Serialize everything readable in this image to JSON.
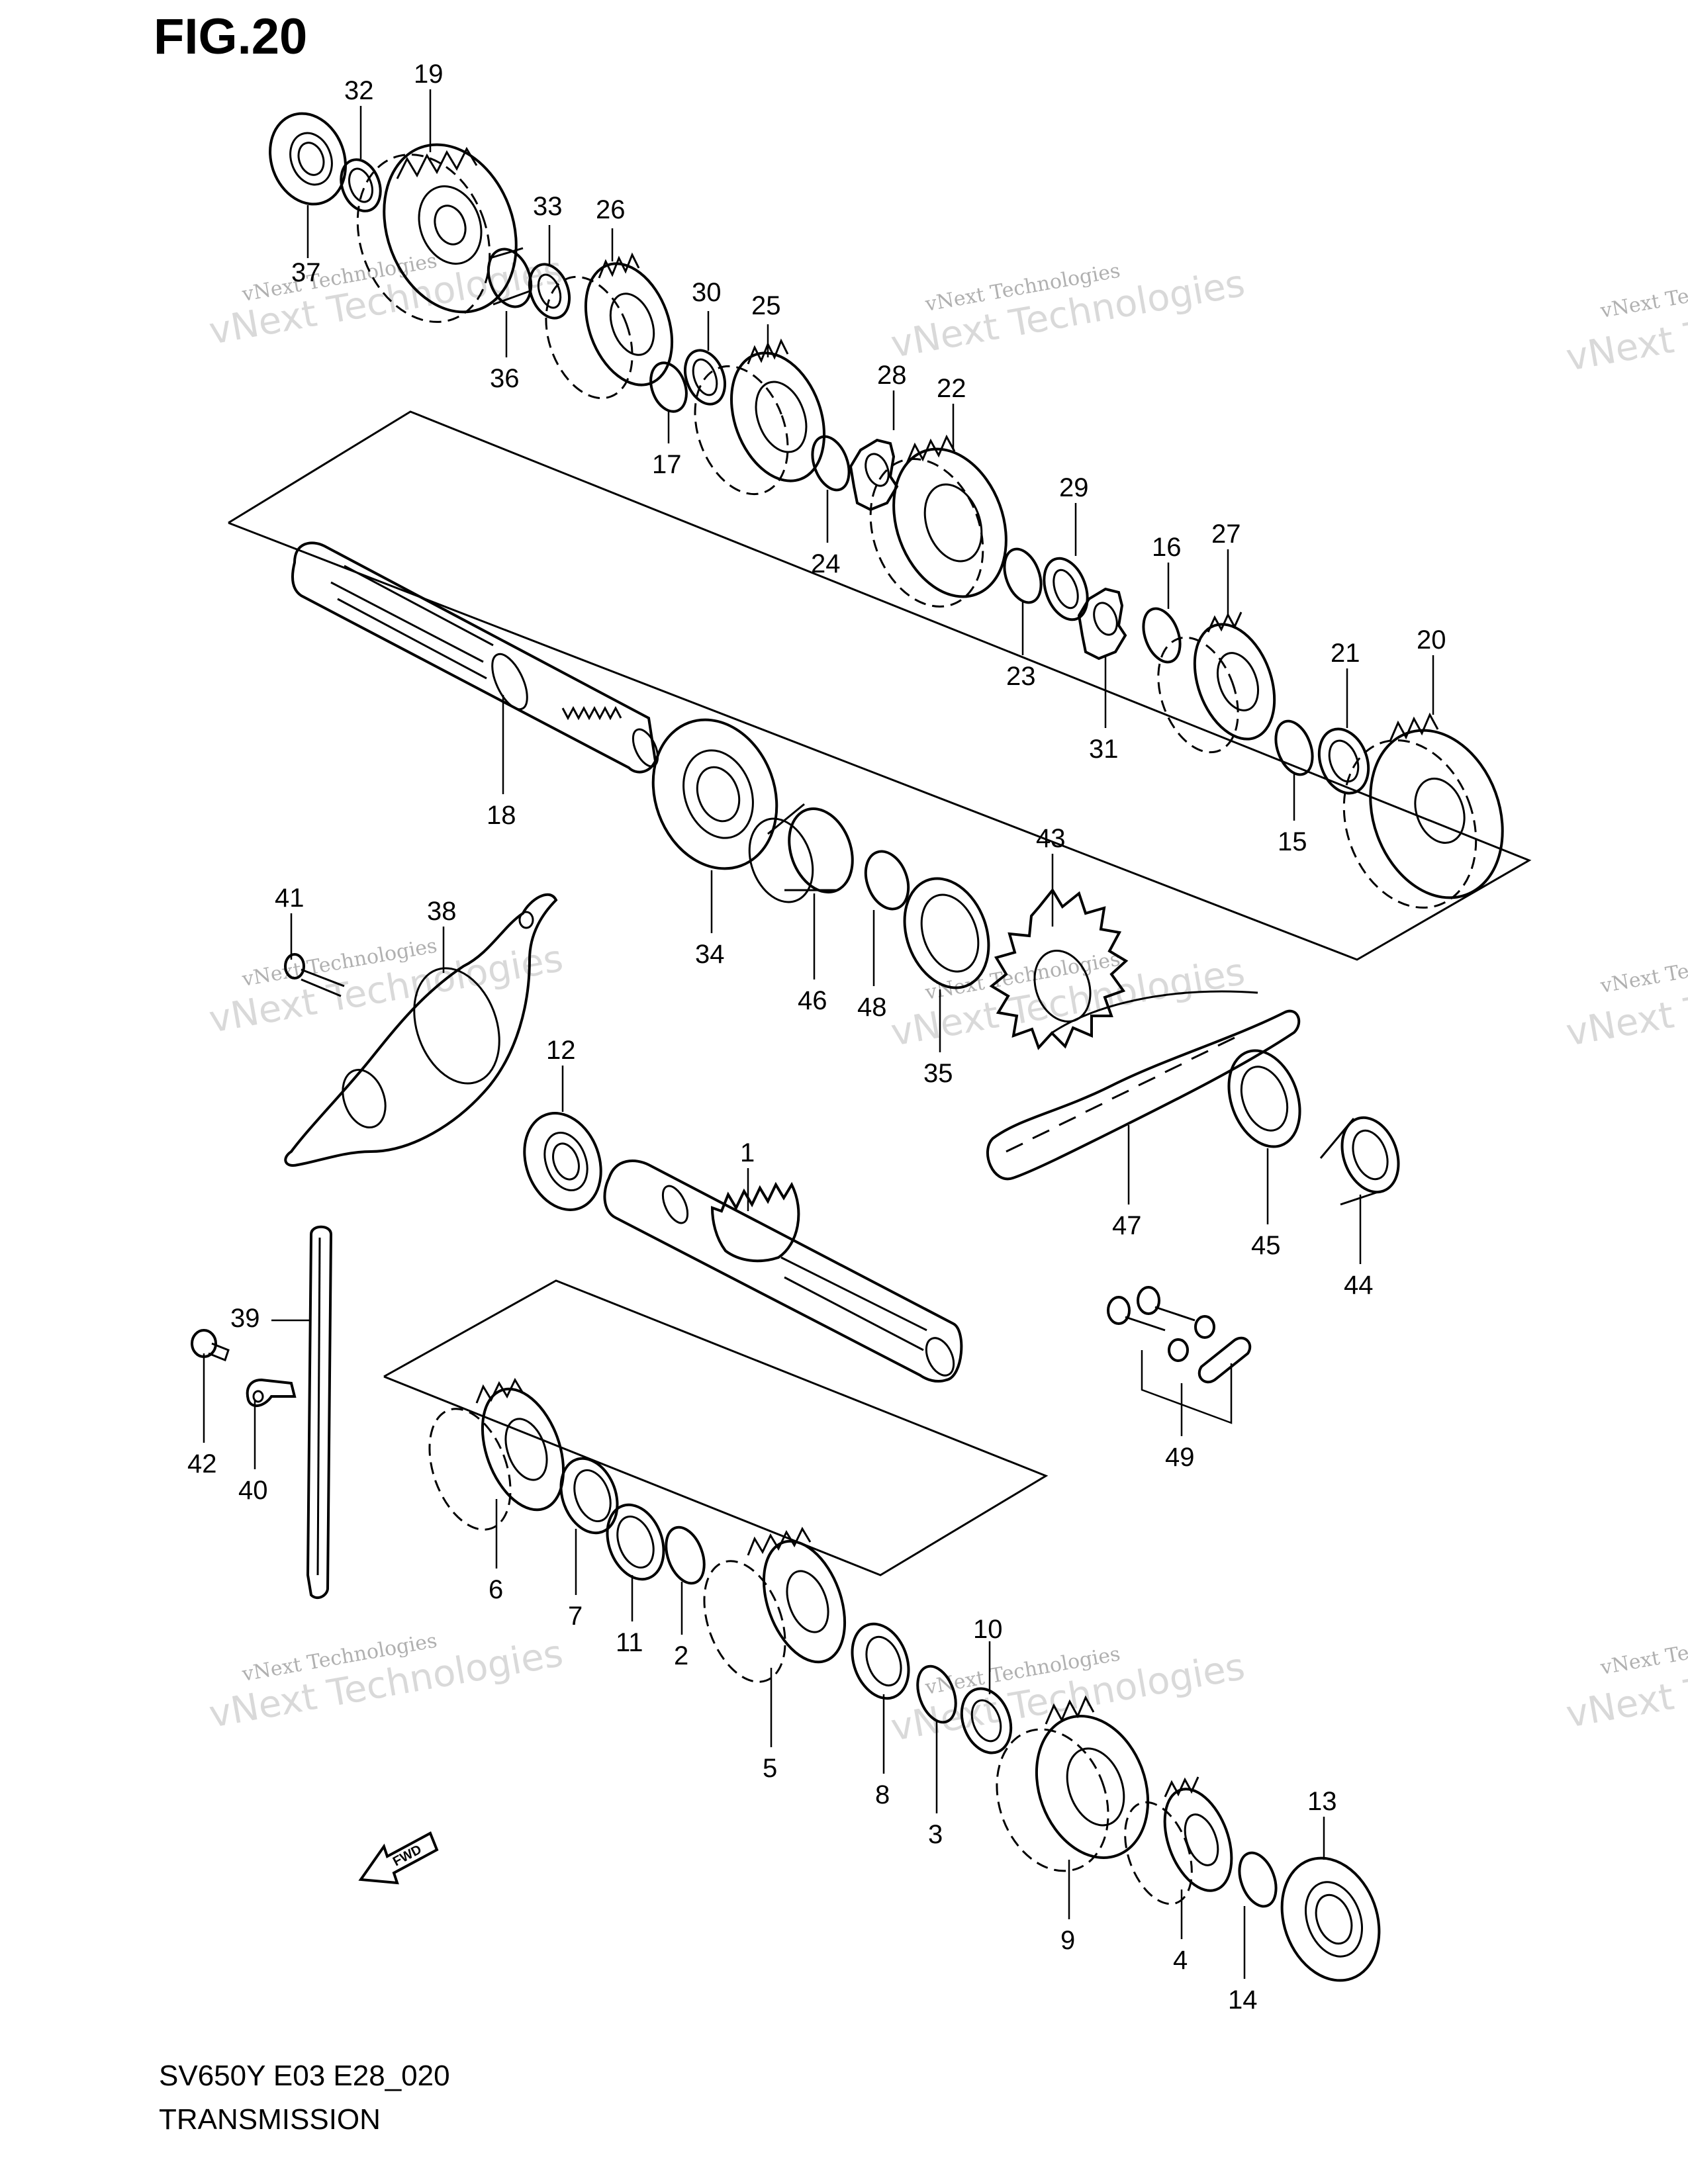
{
  "figure": {
    "title": "FIG.20",
    "model_code": "SV650Y E03 E28_020",
    "section_title": "TRANSMISSION",
    "direction_label": "FWD"
  },
  "watermark": {
    "line1": "vNext Technologies",
    "line2": "vNext Technologies"
  },
  "callouts": [
    {
      "id": "19",
      "label": "19"
    },
    {
      "id": "32",
      "label": "32"
    },
    {
      "id": "37",
      "label": "37"
    },
    {
      "id": "33",
      "label": "33"
    },
    {
      "id": "26",
      "label": "26"
    },
    {
      "id": "36",
      "label": "36"
    },
    {
      "id": "30",
      "label": "30"
    },
    {
      "id": "25",
      "label": "25"
    },
    {
      "id": "17",
      "label": "17"
    },
    {
      "id": "28",
      "label": "28"
    },
    {
      "id": "22",
      "label": "22"
    },
    {
      "id": "24",
      "label": "24"
    },
    {
      "id": "29",
      "label": "29"
    },
    {
      "id": "23",
      "label": "23"
    },
    {
      "id": "16",
      "label": "16"
    },
    {
      "id": "27",
      "label": "27"
    },
    {
      "id": "31",
      "label": "31"
    },
    {
      "id": "21",
      "label": "21"
    },
    {
      "id": "20",
      "label": "20"
    },
    {
      "id": "15",
      "label": "15"
    },
    {
      "id": "18",
      "label": "18"
    },
    {
      "id": "34",
      "label": "34"
    },
    {
      "id": "46",
      "label": "46"
    },
    {
      "id": "48",
      "label": "48"
    },
    {
      "id": "43",
      "label": "43"
    },
    {
      "id": "35",
      "label": "35"
    },
    {
      "id": "41",
      "label": "41"
    },
    {
      "id": "38",
      "label": "38"
    },
    {
      "id": "12",
      "label": "12"
    },
    {
      "id": "1",
      "label": "1"
    },
    {
      "id": "47",
      "label": "47"
    },
    {
      "id": "45",
      "label": "45"
    },
    {
      "id": "44",
      "label": "44"
    },
    {
      "id": "39",
      "label": "39"
    },
    {
      "id": "42",
      "label": "42"
    },
    {
      "id": "40",
      "label": "40"
    },
    {
      "id": "49",
      "label": "49"
    },
    {
      "id": "6",
      "label": "6"
    },
    {
      "id": "7",
      "label": "7"
    },
    {
      "id": "11",
      "label": "11"
    },
    {
      "id": "2",
      "label": "2"
    },
    {
      "id": "5",
      "label": "5"
    },
    {
      "id": "10",
      "label": "10"
    },
    {
      "id": "8",
      "label": "8"
    },
    {
      "id": "3",
      "label": "3"
    },
    {
      "id": "13",
      "label": "13"
    },
    {
      "id": "9",
      "label": "9"
    },
    {
      "id": "4",
      "label": "4"
    },
    {
      "id": "14",
      "label": "14"
    }
  ]
}
